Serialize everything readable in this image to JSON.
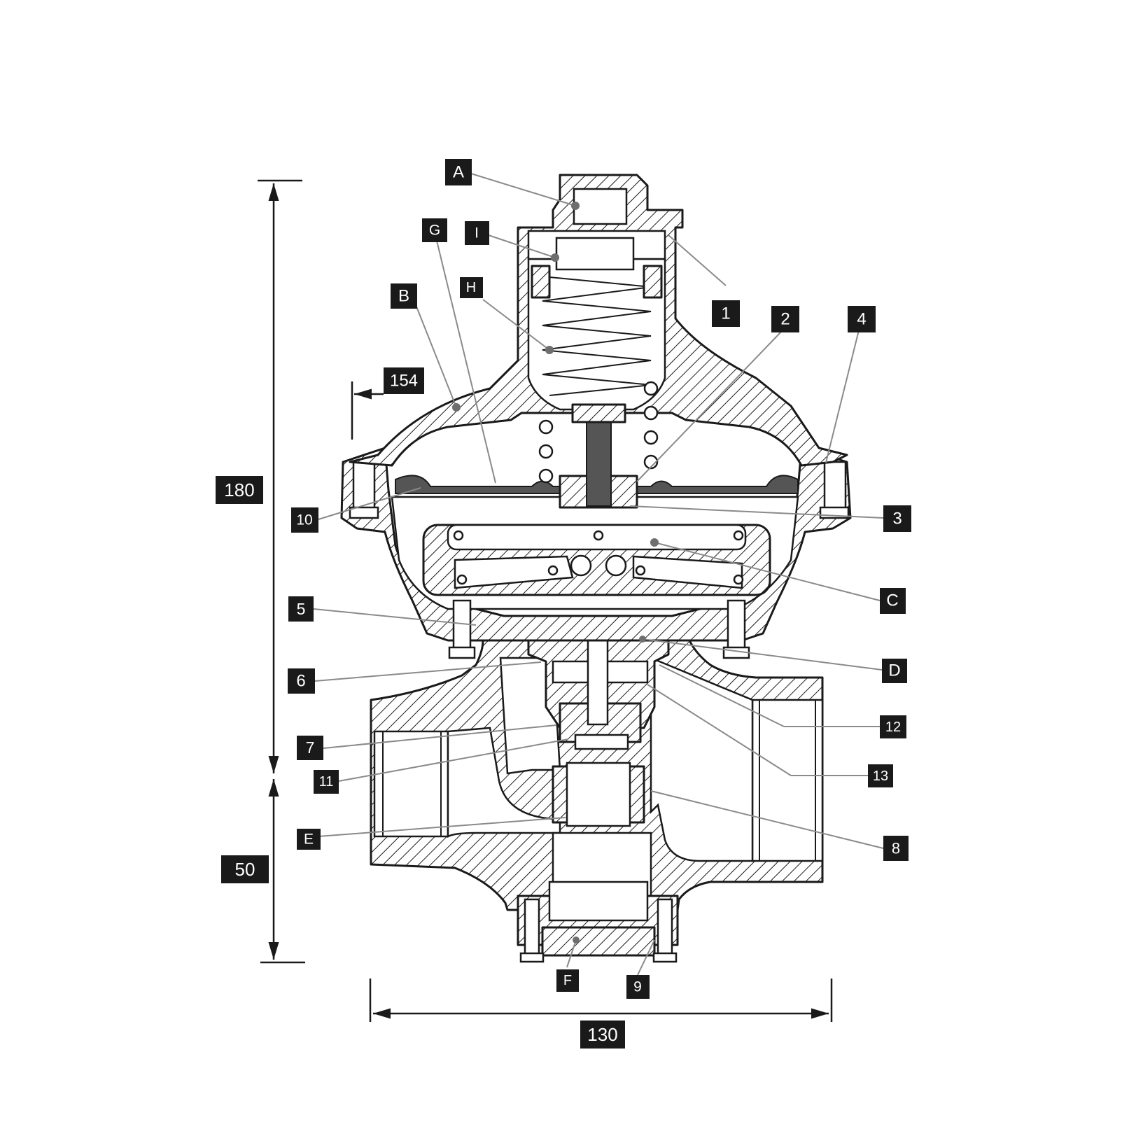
{
  "dimensions": {
    "height_total": "180",
    "height_lower": "50",
    "width": "130",
    "diaphragm_diameter": "154"
  },
  "labels": [
    {
      "id": "A",
      "text": "A"
    },
    {
      "id": "B",
      "text": "B"
    },
    {
      "id": "C",
      "text": "C"
    },
    {
      "id": "D",
      "text": "D"
    },
    {
      "id": "E",
      "text": "E"
    },
    {
      "id": "F",
      "text": "F"
    },
    {
      "id": "G",
      "text": "G"
    },
    {
      "id": "H",
      "text": "H"
    },
    {
      "id": "I",
      "text": "I"
    },
    {
      "id": "1",
      "text": "1"
    },
    {
      "id": "2",
      "text": "2"
    },
    {
      "id": "3",
      "text": "3"
    },
    {
      "id": "4",
      "text": "4"
    },
    {
      "id": "5",
      "text": "5"
    },
    {
      "id": "6",
      "text": "6"
    },
    {
      "id": "7",
      "text": "7"
    },
    {
      "id": "8",
      "text": "8"
    },
    {
      "id": "9",
      "text": "9"
    },
    {
      "id": "10",
      "text": "10"
    },
    {
      "id": "11",
      "text": "11"
    },
    {
      "id": "12",
      "text": "12"
    },
    {
      "id": "13",
      "text": "13"
    }
  ]
}
